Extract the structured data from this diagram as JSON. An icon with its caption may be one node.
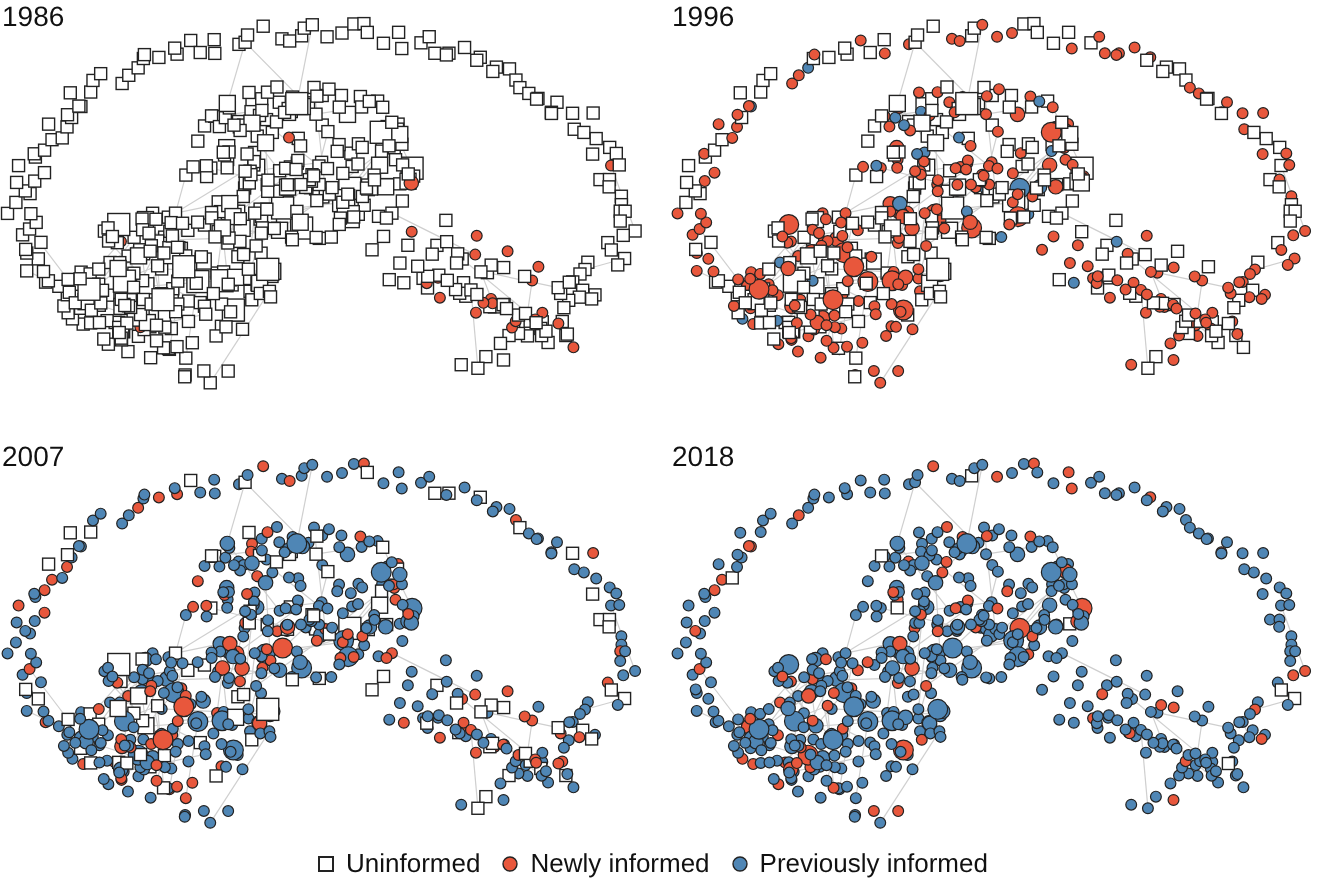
{
  "diagram": {
    "labels": [
      "1986",
      "1996",
      "2007",
      "2018"
    ],
    "legend": [
      {
        "text": "Uninformed"
      },
      {
        "text": "Newly informed",
        "color": "#e8573c"
      },
      {
        "text": "Previously informed",
        "color": "#4f86b5"
      }
    ]
  }
}
